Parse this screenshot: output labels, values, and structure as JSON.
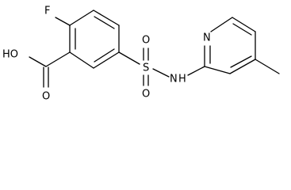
{
  "molecule": {
    "atoms": {
      "fluorine": "F",
      "hydroxyl": "HO",
      "carbonyl_oxygen": "O",
      "sulfonyl_oxygen_top": "O",
      "sulfonyl_oxygen_bottom": "O",
      "sulfur": "S",
      "amine": "N",
      "amine_hydrogen": "H",
      "pyridine_nitrogen": "N"
    }
  }
}
